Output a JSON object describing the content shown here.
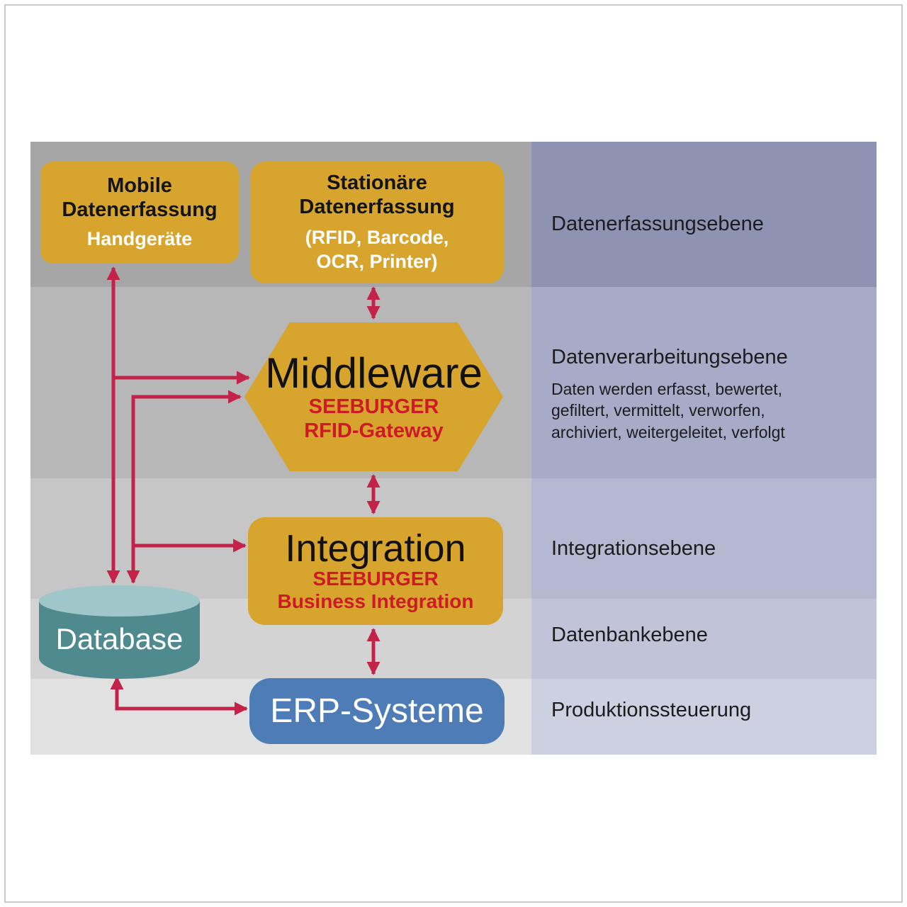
{
  "colors": {
    "gold": "#d7a52d",
    "brand_red": "#ce1a26",
    "arrow": "#c32349",
    "erp_blue": "#4d7cb7",
    "db_body": "#4f8b8e",
    "db_top": "#9fc7c9",
    "left_bands": [
      "#a6a6a6",
      "#b7b7b7",
      "#c6c6c6",
      "#d3d3d3",
      "#e1e1e1"
    ],
    "right_bands": [
      "#8e93b4",
      "#a7abc7",
      "#b4b8d0",
      "#c1c4d8",
      "#cdd0e0"
    ]
  },
  "nodes": {
    "mobile": {
      "title": "Mobile\nDatenerfassung",
      "subtitle": "Handgeräte"
    },
    "stationary": {
      "title": "Stationäre\nDatenerfassung",
      "subtitle": "(RFID, Barcode,\nOCR, Printer)"
    },
    "middleware": {
      "title": "Middleware",
      "vendor": "SEEBURGER",
      "product": "RFID-Gateway"
    },
    "integration": {
      "title": "Integration",
      "vendor": "SEEBURGER",
      "product": "Business Integration"
    },
    "erp": {
      "title": "ERP-Systeme"
    },
    "database": {
      "title": "Database"
    }
  },
  "layers": [
    {
      "label": "Datenerfassungsebene"
    },
    {
      "label": "Datenverarbeitungsebene",
      "description": "Daten werden erfasst, bewertet,\ngefiltert, vermittelt, verworfen,\narchiviert, weitergeleitet, verfolgt"
    },
    {
      "label": "Integrationsebene"
    },
    {
      "label": "Datenbankebene"
    },
    {
      "label": "Produktionssteuerung"
    }
  ]
}
